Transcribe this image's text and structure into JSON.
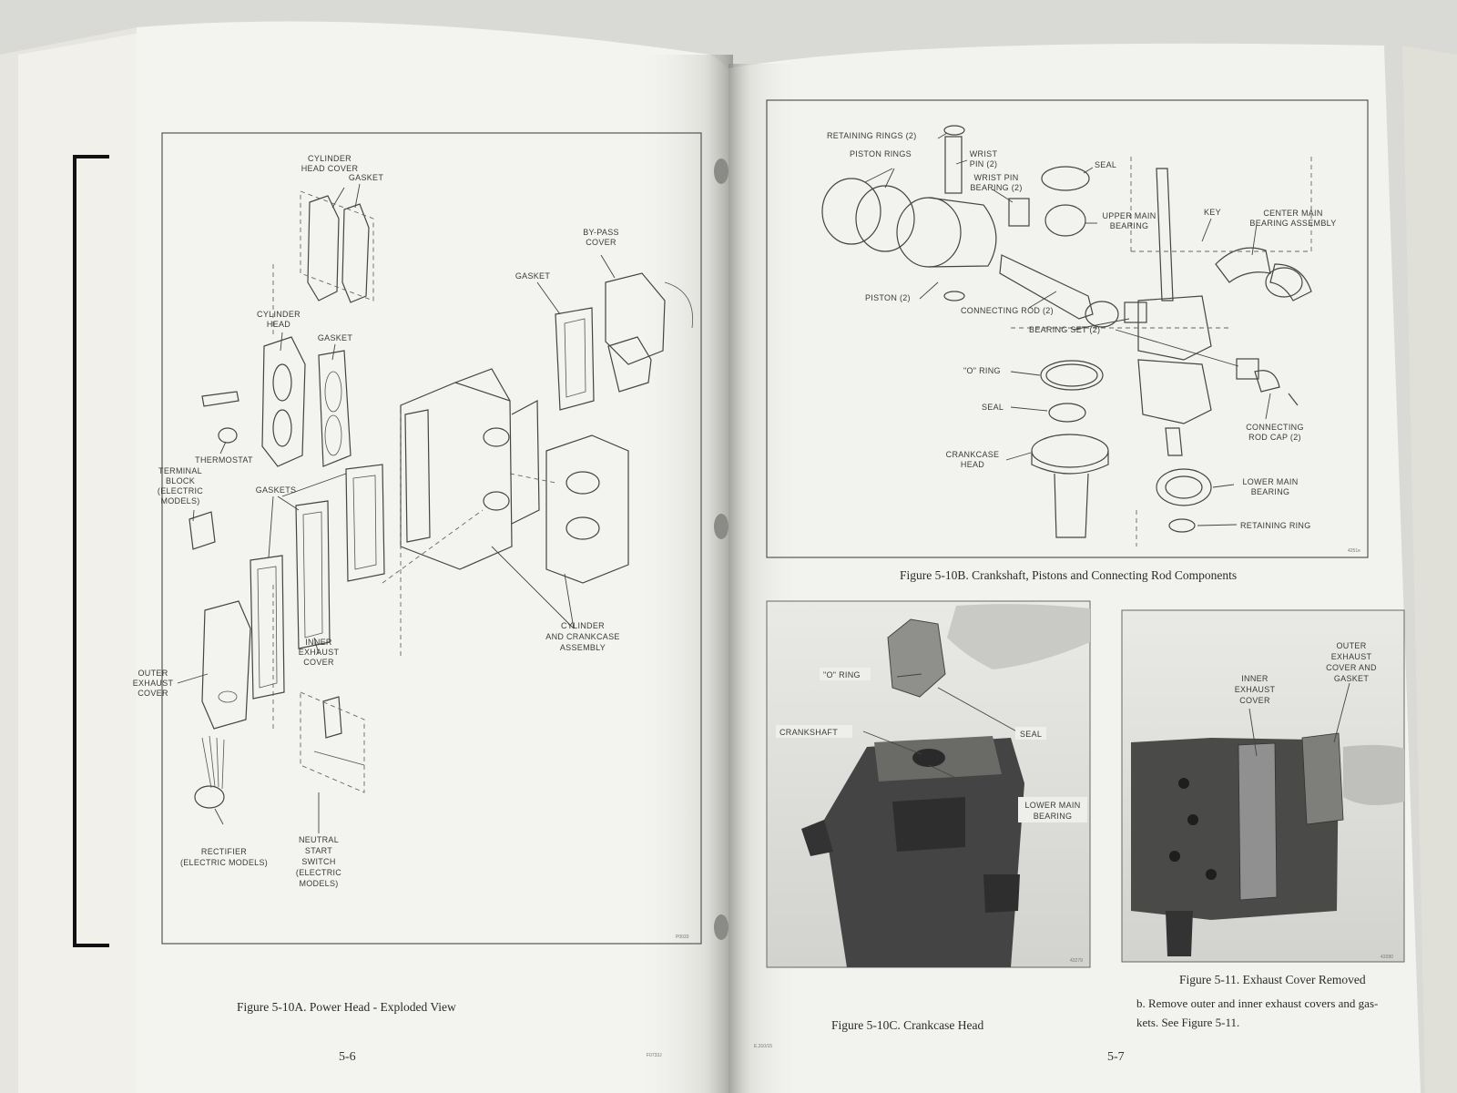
{
  "left_page": {
    "page_number": "5-6",
    "caption": "Figure 5-10A. Power Head - Exploded View",
    "figure_code": "P0033",
    "footer_code": "F0733J",
    "labels": {
      "cylinder_head_cover": [
        "CYLINDER",
        "HEAD COVER"
      ],
      "gasket_top": "GASKET",
      "cylinder_head": [
        "CYLINDER",
        "HEAD"
      ],
      "gasket_mid": "GASKET",
      "thermostat": "THERMOSTAT",
      "terminal_block": [
        "TERMINAL",
        "BLOCK",
        "(ELECTRIC",
        "MODELS)"
      ],
      "gaskets": "GASKETS",
      "outer_exhaust_cover": [
        "OUTER",
        "EXHAUST",
        "COVER"
      ],
      "inner_exhaust_cover": [
        "INNER",
        "EXHAUST",
        "COVER"
      ],
      "rectifier": [
        "RECTIFIER",
        "(ELECTRIC MODELS)"
      ],
      "neutral_start_switch": [
        "NEUTRAL",
        "START",
        "SWITCH",
        "(ELECTRIC",
        "MODELS)"
      ],
      "by_pass_cover": [
        "BY-PASS",
        "COVER"
      ],
      "gasket_bypass": "GASKET",
      "cylinder_crankcase": [
        "CYLINDER",
        "AND CRANKCASE",
        "ASSEMBLY"
      ]
    }
  },
  "right_page": {
    "page_number": "5-7",
    "footer_code": "E,310/15",
    "figure_b": {
      "caption": "Figure 5-10B. Crankshaft, Pistons and Connecting Rod Components",
      "code": "4251e",
      "labels": {
        "retaining_rings": "RETAINING RINGS (2)",
        "piston_rings": "PISTON RINGS",
        "wrist_pin": [
          "WRIST",
          "PIN (2)"
        ],
        "wrist_pin_bearing": [
          "WRIST PIN",
          "BEARING (2)"
        ],
        "seal_top": "SEAL",
        "upper_main_bearing": [
          "UPPER MAIN",
          "BEARING"
        ],
        "key": "KEY",
        "center_main_bearing": [
          "CENTER MAIN",
          "BEARING ASSEMBLY"
        ],
        "piston": "PISTON (2)",
        "connecting_rod": "CONNECTING ROD (2)",
        "bearing_set": "BEARING SET (2)",
        "o_ring": "\"O\" RING",
        "seal": "SEAL",
        "crankcase_head": [
          "CRANKCASE",
          "HEAD"
        ],
        "connecting_rod_cap": [
          "CONNECTING",
          "ROD CAP (2)"
        ],
        "lower_main_bearing": [
          "LOWER MAIN",
          "BEARING"
        ],
        "retaining_ring": "RETAINING RING"
      }
    },
    "figure_c": {
      "caption": "Figure 5-10C. Crankcase Head",
      "code": "43279",
      "labels": {
        "o_ring": "\"O\" RING",
        "seal": "SEAL",
        "crankshaft": "CRANKSHAFT",
        "lower_main_bearing": [
          "LOWER MAIN",
          "BEARING"
        ]
      }
    },
    "figure_11": {
      "caption": "Figure 5-11. Exhaust Cover Removed",
      "code": "43280",
      "labels": {
        "outer_exhaust": [
          "OUTER",
          "EXHAUST",
          "COVER AND",
          "GASKET"
        ],
        "inner_exhaust": [
          "INNER",
          "EXHAUST",
          "COVER"
        ]
      }
    },
    "body_text": [
      "b. Remove outer and inner exhaust covers and gas-",
      "kets. See Figure 5-11."
    ]
  }
}
